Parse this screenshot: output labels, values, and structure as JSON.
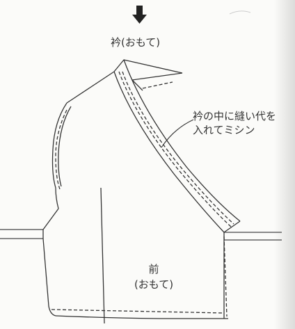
{
  "labels": {
    "collar_outside": "衿(おもて)",
    "seam_line1": "衿の中に縫い代を",
    "seam_line2": "入れてミシン",
    "front": "前",
    "front_side": "(おもて)"
  },
  "icons": {
    "arrow": "down-arrow-icon"
  },
  "colors": {
    "line": "#333333",
    "background": "#fbfbf9"
  }
}
